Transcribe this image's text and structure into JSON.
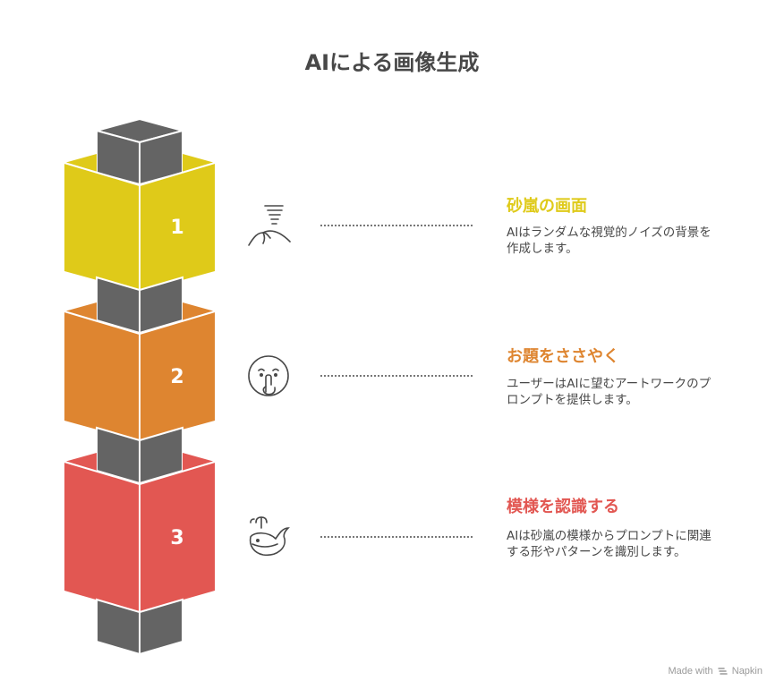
{
  "title": "AIによる画像生成",
  "steps": [
    {
      "number": "1",
      "title": "砂嵐の画面",
      "description": "AIはランダムな視覚的ノイズの背景を作成します。",
      "color": "#dfca19",
      "icon": "tornado-icon"
    },
    {
      "number": "2",
      "title": "お題をささやく",
      "description": "ユーザーはAIに望むアートワークのプロンプトを提供します。",
      "color": "#de8530",
      "icon": "shush-face-icon"
    },
    {
      "number": "3",
      "title": "模様を認識する",
      "description": "AIは砂嵐の模様からプロンプトに関連する形やパターンを識別します。",
      "color": "#e25752",
      "icon": "whale-icon"
    }
  ],
  "colors": {
    "core": "#646464",
    "text": "#484848"
  },
  "footer": {
    "made_with": "Made with",
    "brand": "Napkin"
  }
}
